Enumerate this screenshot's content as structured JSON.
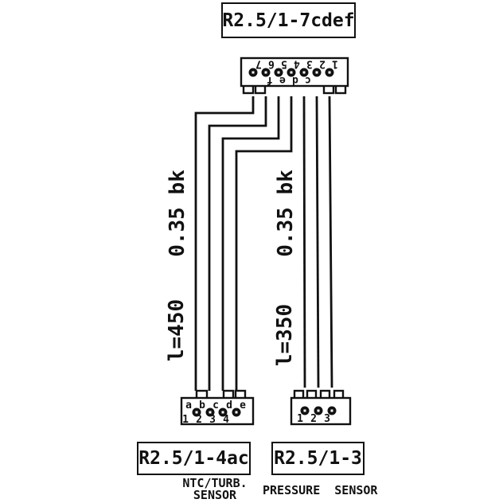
{
  "top_connector": {
    "label": "R2.5/1-7cdef",
    "pin_numbers": [
      "7",
      "6",
      "5",
      "4",
      "3",
      "2",
      "1"
    ],
    "pin_letters": [
      "f",
      "e",
      "d",
      "c"
    ]
  },
  "left_branch": {
    "wire_size": "0.35 bk",
    "wire_length": "l=450",
    "connector": {
      "label": "R2.5/1-4ac",
      "caption_line1": "NTC/TURB.",
      "caption_line2": "SENSOR",
      "positions": [
        "a",
        "b",
        "c",
        "d",
        "e"
      ],
      "pin_numbers": [
        "1",
        "2",
        "3",
        "4"
      ]
    }
  },
  "right_branch": {
    "wire_size": "0.35 bk",
    "wire_length": "l=350",
    "connector": {
      "label": "R2.5/1-3",
      "caption": "PRESSURE SENSOR",
      "pin_numbers": [
        "1",
        "2",
        "3"
      ]
    }
  },
  "colors": {
    "line": "#111111",
    "background": "#ffffff"
  }
}
